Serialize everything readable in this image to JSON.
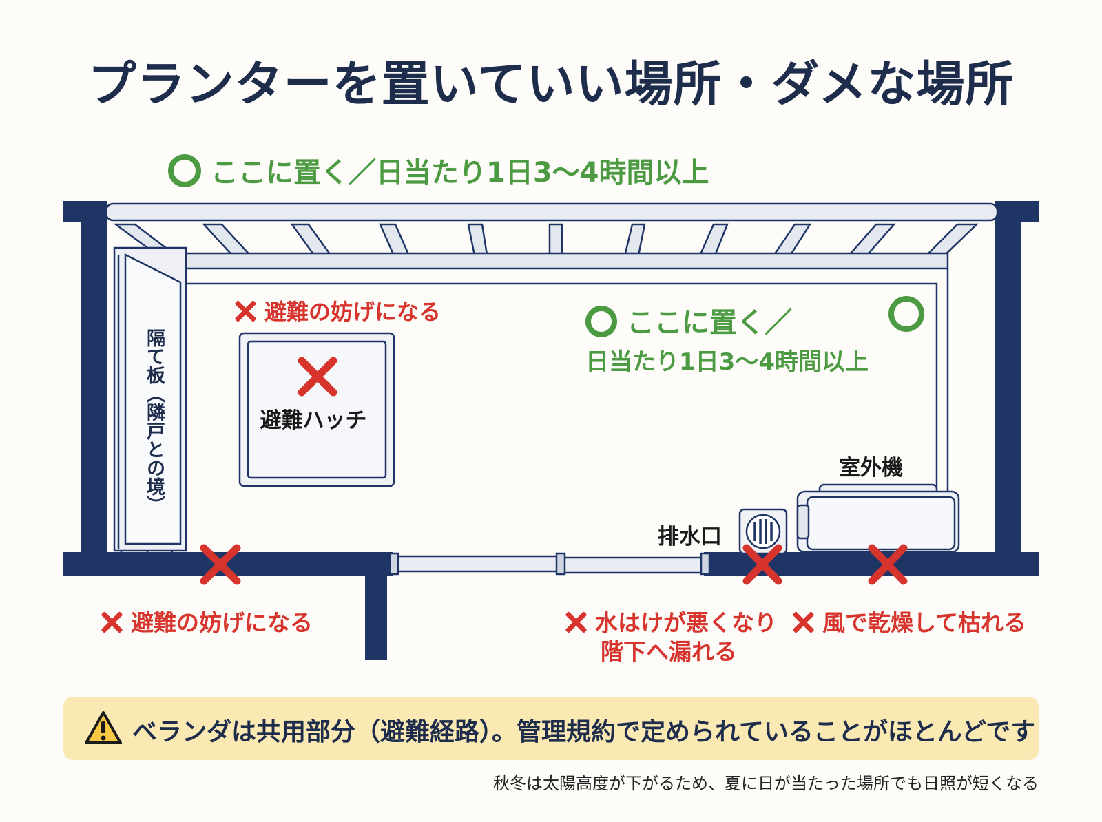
{
  "title": "プランターを置いていい場所・ダメな場所",
  "good_top": "ここに置く／日当たり1日3〜4時間以上",
  "good_inner_line1": "ここに置く／",
  "good_inner_line2": "日当たり1日3〜4時間以上",
  "bad_hatch_label": "避難の妨げになる",
  "hatch_name": "避難ハッチ",
  "divider_name": "隔て板（隣戸との境）",
  "ac_name": "室外機",
  "drain_name": "排水口",
  "bad_bottom_left": "避難の妨げになる",
  "bad_drain_line1": "水はけが悪くなり",
  "bad_drain_line2": "階下へ漏れる",
  "bad_ac": "風で乾燥して枯れる",
  "warning": "ベランダは共用部分（避難経路）。管理規約で定められていることがほとんどです",
  "footnote": "秋冬は太陽高度が下がるため、夏に日が当たった場所でも日照が短くなる",
  "colors": {
    "navy": "#1f3566",
    "good": "#4c9a42",
    "bad": "#d6342c",
    "warning_bg": "#fbe9b3"
  }
}
